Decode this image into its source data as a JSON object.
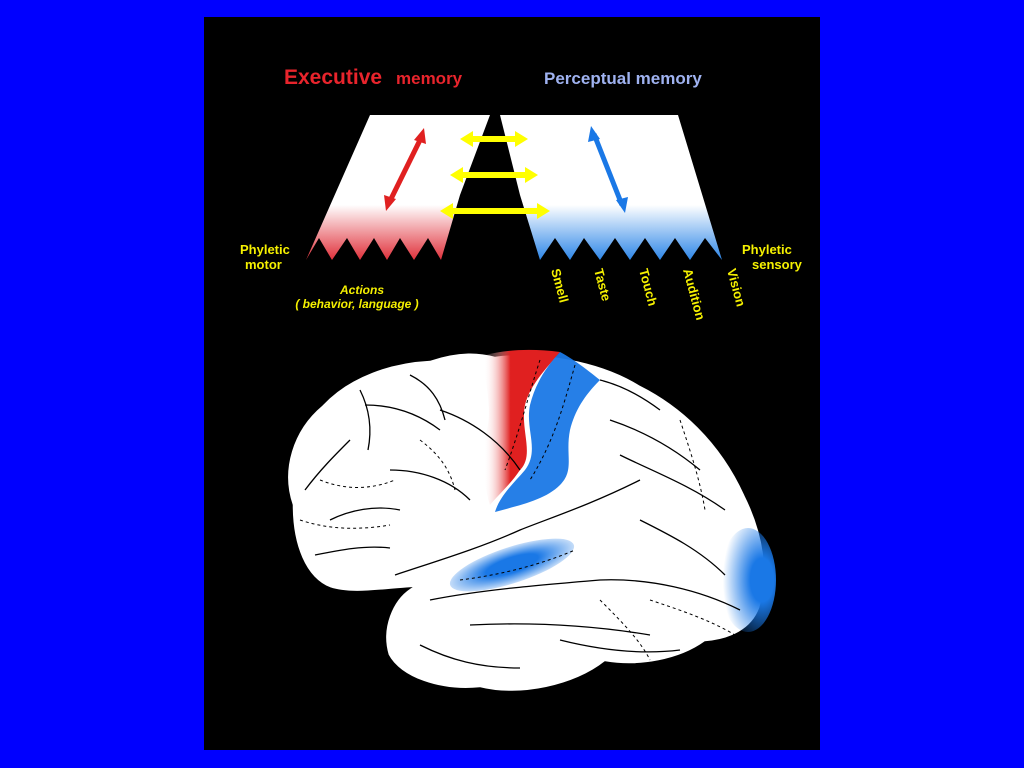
{
  "titles": {
    "executive_word": "Executive",
    "executive_memory": "memory",
    "perceptual": "Perceptual memory"
  },
  "labels": {
    "phyletic_motor_1": "Phyletic",
    "phyletic_motor_2": "motor",
    "phyletic_sensory_1": "Phyletic",
    "phyletic_sensory_2": "sensory",
    "actions_1": "Actions",
    "actions_2": "( behavior, language )"
  },
  "senses": [
    "Smell",
    "Taste",
    "Touch",
    "Audition",
    "Vision"
  ],
  "colors": {
    "background": "#0000ff",
    "panel": "#000000",
    "executive": "#e8242c",
    "perceptual": "#9fb2f0",
    "label_yellow": "#f5f000",
    "arrow_yellow": "#ffff00",
    "arrow_blue": "#1a78e6",
    "motor_red": "#e02020",
    "sensory_blue": "#1a78e6"
  }
}
